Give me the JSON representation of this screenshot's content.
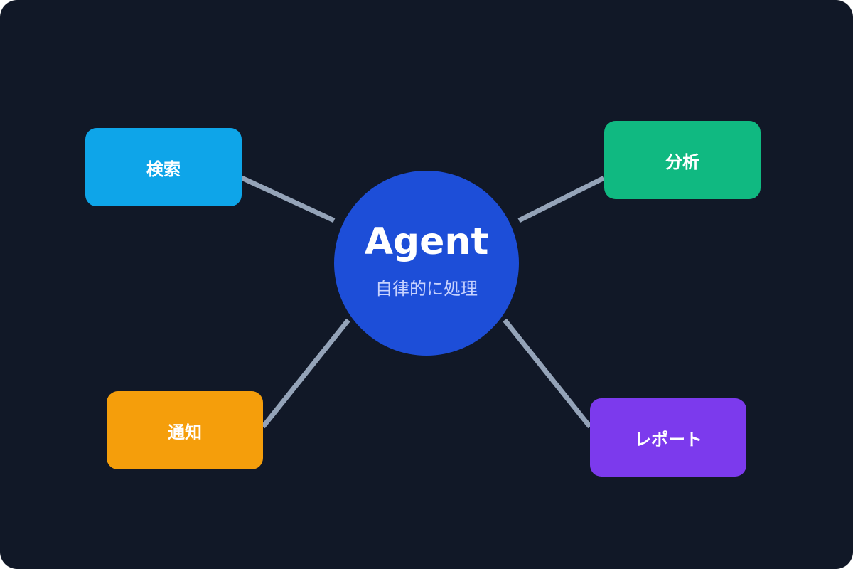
{
  "hub": {
    "title": "Agent",
    "subtitle": "自律的に処理",
    "color": "#1d4ed8"
  },
  "background_color": "#111827",
  "connector_color": "#94a3b8",
  "nodes": [
    {
      "label": "検索",
      "color": "#0ea5e9"
    },
    {
      "label": "分析",
      "color": "#10b981"
    },
    {
      "label": "通知",
      "color": "#f59e0b"
    },
    {
      "label": "レポート",
      "color": "#7c3aed"
    }
  ]
}
